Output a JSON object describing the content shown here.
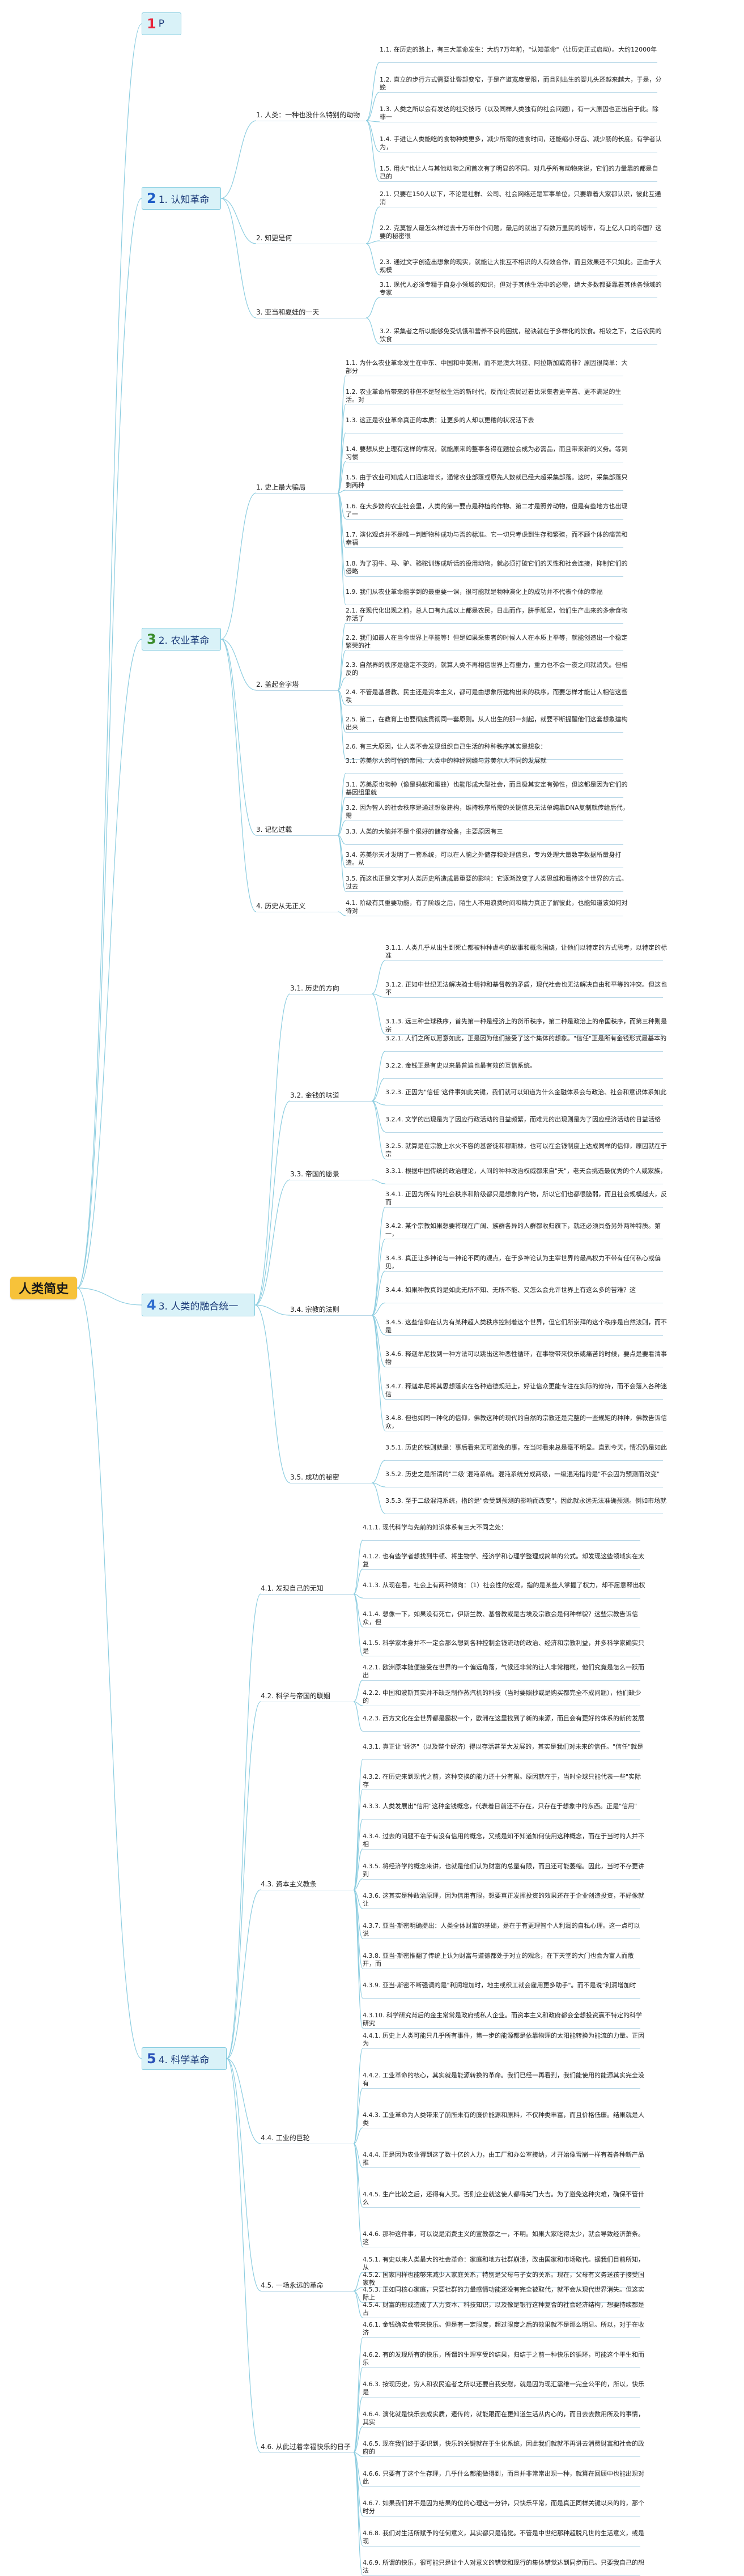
{
  "root": {
    "label": "人类简史"
  },
  "colors": {
    "line": "#8ccde0",
    "chapter_bg": "#d9f2f8",
    "root_bg": "#f7c23a"
  },
  "chapters": [
    {
      "num": "1",
      "title": "P",
      "sections": []
    },
    {
      "num": "2",
      "title": "1. 认知革命",
      "sections": [
        {
          "label": "1. 人类：一种也没什么特别的动物",
          "items": [
            "1.1. 在历史的路上，有三大革命发生：大约7万年前，\"认知革命\"（让历史正式启动）。大约12000年",
            "1.2. 直立的步行方式需要让臀部变窄，于是产道宽度受限，而且刚出生的婴儿头还越来越大，于是，分娩",
            "1.3. 人类之所以会有发达的社交技巧（以及同样人类独有的社会问题），有一大原因也正出自于此。除非一",
            "1.4. 手进让人类能吃的食物种类更多，减少所需的进食时间，还能缩小牙齿、减少肠的长度。有学者认为，",
            "1.5. 用火\"也让人与其他动物之间首次有了明显的不同。对几乎所有动物来说，它们的力量靠的都是自己的"
          ]
        },
        {
          "label": "2. 知更是何",
          "items": [
            "2.1. 只要在150人以下，不论是社群、公司、社会网络还是军事单位，只要靠着大家都认识，彼此互通消",
            "2.2. 克莫智人最怎么样过去十万年份个问题，最后的就出了有数万里民的城市，有上亿人口的帝国？这要的秘密很",
            "2.3. 通过文字创造出想象的现实，就能让大批互不相识的人有效合作，而且效果还不只如此。正由于大规模"
          ]
        },
        {
          "label": "3. 亚当和夏娃的一天",
          "items": [
            "3.1. 现代人必须专精于自身小领域的知识，但对于其他生活中的必需，绝大多数都要靠着其他各领域的专家",
            "3.2. 采集者之所以能够免受饥饿和营养不良的困扰，秘诀就在于多样化的饮食。相较之下，之后农民的饮食"
          ]
        }
      ]
    },
    {
      "num": "3",
      "title": "2. 农业革命",
      "sections": [
        {
          "label": "1. 史上最大骗局",
          "items": [
            "1.1. 为什么农业革命发生在中东、中国和中美洲，而不是澳大利亚、阿拉斯加或南非？原因很简单：大部分",
            "1.2. 农业革命所带来的非但不是轻松生活的新时代，反而让农民过着比采集者更辛苦、更不满足的生活。对",
            "1.3. 这正是农业革命真正的本质：让更多的人却以更糟的状况活下去",
            "1.4. 要想从史上理有这样的情况，就能原来的整事各得在题拉会成为必需品，而且带来新的义务。等到习惯",
            "1.5. 由于农业可知成人口迅速增长，通常农业部落或原先人数就已经大超采集部落。这时，采集部落只剩两种",
            "1.6. 在大多数的农业社会里，人类的第一要点是种植的作物、第二才是照养动物，但是有些地方也出现了一",
            "1.7. 演化观点并不是唯一判断物种成功与否的标准。它一切只考虑到生存和繁殖，而不顾个体的痛苦和幸福",
            "1.8. 为了羽牛、马、驴、骆驼训练成听话的役用动物，就必须打破它们的天性和社会连接，抑制它们的侵略",
            "1.9. 我们从农业革命能学到的最重要一课，很可能就是物种演化上的成功并不代表个体的幸福"
          ]
        },
        {
          "label": "2. 盖起金字塔",
          "items": [
            "2.1. 在现代化出现之前，总人口有九成以上都是农民，日出而作，胼手胝足，他们生产出来的多余食物养活了",
            "2.2. 我们如最人在当今世界上平能等！但是如果采集者的时候人人在本质上平等，就能创造出一个稳定繁荣的社",
            "2.3. 自然界的秩序是稳定不变的，就算人类不再相信世界上有重力，重力也不会一夜之间就消失。但相反的",
            "2.4. 不管是基督教、民主还是资本主义，都可是由想象所建构出来的秩序，而要怎样才能让人相信这些秩",
            "2.5. 第二，在教育上也要彻底贯彻同一套原则。从人出生的那一刻起，就要不断提醒他们这套想象建构出来",
            "2.6. 有三大原因，让人类不会发现组织自己生活的种种秩序其实是想象："
          ]
        },
        {
          "label": "3. 记忆过载",
          "items": [
            "3.1. 苏美尔人的可怕的帝国、人类中的神经网络与苏美尔人不同的发展就",
            "3.1. 苏美原也物种（像是蚂蚁和蜜蜂）也能形成大型社会，而且极其安定有弹性，但这都是因为它们的基因组里就",
            "3.2. 因为智人的社会秩序是通过想象建构，维持秩序所需的关键信息无法单纯靠DNA复制就传给后代，需",
            "3.3. 人类的大脑并不是个很好的储存设备，主要原因有三",
            "3.4. 苏美尔天才发明了一套系统，可以在人脑之外储存和处理信息，专为处理大量数字数据所量身打造。从",
            "3.5. 而这也正是文字对人类历史所造成最重要的影响：它逐渐改变了人类思维和看待这个世界的方式。过去"
          ]
        },
        {
          "label": "4. 历史从无正义",
          "items": [
            "4.1. 阶级有其重要功能，有了阶级之后，陌生人不用浪费时间和精力真正了解彼此，也能知道该如何对待对"
          ]
        }
      ]
    },
    {
      "num": "4",
      "title": "3. 人类的融合统一",
      "sections": [
        {
          "label": "3.1. 历史的方向",
          "items": [
            "3.1.1. 人类几乎从出生到死亡都被种种虚构的故事和概念围绕，让他们以特定的方式思考，以特定的标准",
            "3.1.2. 正如中世纪无法解决骑士精神和基督教的矛盾，现代社会也无法解决自由和平等的冲突。但这也不",
            "3.1.3. 远三种全球秩序，首先第一种是经济上的货币秩序，第二种是政治上的帝国秩序，而第三种则是宗"
          ]
        },
        {
          "label": "3.2. 金钱的味道",
          "items": [
            "3.2.1. 人们之所以愿意如此，正是因为他们接受了这个集体的想象。\"信任\"正是所有金钱形式最基本的",
            "3.2.2. 金钱正是有史以来最普遍也最有效的互信系统。",
            "3.2.3. 正因为\"信任\"这件事如此关键，我们就可以知道为什么金融体系会与政治、社会和意识体系如此",
            "3.2.4. 文学的出现是为了因应行政活动的日益频繁，而难元的出现则是为了因应经济活动的日益活络",
            "3.2.5. 就算是在宗教上水火不容的基督徒和穆斯林，也可以在金钱制度上达成同样的信仰，原因就在于宗"
          ]
        },
        {
          "label": "3.3. 帝国的愿景",
          "items": [
            "3.3.1. 根据中国传统的政治理论，人间的种种政治权威都来自\"天\"，老天会挑选最优秀的个人或家族，"
          ]
        },
        {
          "label": "3.4. 宗教的法则",
          "items": [
            "3.4.1. 正因为所有的社会秩序和阶级都只是想象的产物，所以它们也都很脆弱，而且社会规模越大，反而",
            "3.4.2. 某个宗教如果想要将现在广阔、族群各异的人群都收归旗下，就还必须具备另外两种特质。第一，",
            "3.4.3. 真正让多神论与一神论不同的观点，在于多神论认为主宰世界的最高权力不带有任何私心或偏见，",
            "3.4.4. 如果种教真的是如此无所不知、无所不能、又怎么会允许世界上有这么多的苦难？这",
            "3.4.5. 这些信仰在认为有某种超人类秩序控制着这个世界，但它们所崇拜的这个秩序是自然法则，而不是",
            "3.4.6. 释迦牟尼找到一种方法可以跳出这种恶性循环，在事物带来快乐或痛苦的时候，要点是要看清事物",
            "3.4.7. 释迦牟尼将其思想落实在各种道德规范上，好让信众更能专注在实际的修持，而不会落入各种迷信",
            "3.4.8. 但也如同一种化的信仰，佛教这种的现代的自然的宗教还是完整的一些规矩的种种，佛教告诉信众，"
          ]
        },
        {
          "label": "3.5. 成功的秘密",
          "items": [
            "3.5.1. 历史的铁则就是：事后看来无可避免的事，在当时看来总是毫不明显。直到今天，情况仍是如此",
            "3.5.2. 历史之是所谓的\"二级\"混沌系统。混沌系统分成两级，一级混沌指的是\"不会因为预测而改变\"",
            "3.5.3. 至于二级混沌系统，指的是\"会受到预测的影响而改变\"，因此就永远无法准确预测。例如市场就"
          ]
        }
      ]
    },
    {
      "num": "5",
      "title": "4. 科学革命",
      "sections": [
        {
          "label": "4.1. 发现自己的无知",
          "items": [
            "4.1.1. 现代科学与先前的知识体系有三大不同之处：",
            "4.1.2. 也有些学者想找到牛顿、将生物学、经济学和心理学整理成简单的公式。却发现这些领域实在太复",
            "4.1.3. 从现在看，社会上有两种倾向：（1）社会性的宏观，指的是某些人掌握了权力，却不愿意释出权",
            "4.1.4. 想像一下，如果没有死亡，伊斯兰教、基督教或是古埃及宗教会是何种样貌？这些宗教告诉信众，但",
            "4.1.5. 科学家本身并不一定会那么想到各种控制金钱流动的政治、经济和宗教利益，并多科学家确实只是"
          ]
        },
        {
          "label": "4.2. 科学与帝国的联姻",
          "items": [
            "4.2.1. 欧洲原本随便接受在世界的一个偏远角落，气候还非常的让人非常糟糕，他们究竟是怎么一跃而出",
            "4.2.2. 中国和波斯其实并不缺乏制作蒸汽机的科技（当时要照抄或是购买都完全不成问题），他们缺少的",
            "4.2.3. 西方文化在全世界都是霸权一个，欧洲在这里找到了新的来源，而且会有更好的体系的新的发展"
          ]
        },
        {
          "label": "4.3. 资本主义教条",
          "items": [
            "4.3.1. 真正让\"经济\"（以及整个经济）得以存活甚至大发展的，其实是我们对未来的信任。\"信任\"就是",
            "4.3.2. 在历史来到现代之前，这种交换的能力还十分有限。原因就在于，当时全球只能代表一些\"实际存",
            "4.3.3. 人类发展出\"信用\"这种金钱概念，代表着目前还不存在，只存在于想象中的东西。正是\"信用\"",
            "4.3.4. 过去的问题不在于有没有信用的概念，又或是知不知道如何使用这种概念，而在于当时的人并不相",
            "4.3.5. 将经济学的概念来讲，也就是他们认为财富的总量有限，而且还可能萎缩。因此，当时不存更讲到",
            "4.3.6. 这其实是种政治原理，因为信用有限，想要真正发挥投资的效果还在于企业创造投资，不好像就让",
            "4.3.7. 亚当·斯密明确提出：人类全体财富的基础，是在于有更理智个人利润的自私心理。这一点可以说",
            "4.3.8. 亚当·斯密推翻了传统上认为财富与道德都处于对立的观念，在下天堂的大门也会为富人而敞开，而",
            "4.3.9. 亚当·斯密不断强调的是\"利润增加时，地主或织工就会雇用更多助手\"。而不是说\"利润增加时",
            "4.3.10. 科学研究背后的金主常常是政府或私人企业。而资本主义和政府都会全想投资赢不特定的科学研究"
          ]
        },
        {
          "label": "4.4. 工业的巨轮",
          "items": [
            "4.4.1. 历史上人类可能只几乎所有事件，第一步的能源都是依靠物理的太阳能转换为能流的力量。正因为",
            "4.4.2. 工业革命的核心，其实就是能源转换的革命。我们已经一再看到，我们能使用的能源其实完全没有",
            "4.4.3. 工业革命为人类带来了前所未有的廉价能源和原料，不仅种类丰富，而且价格低廉。结果就是人类",
            "4.4.4. 正是因为农业得到这了数十亿的人力，由工厂和办公室接纳，才开始像雪崩一样有着各种新产品推",
            "4.4.5. 生产比较之后，还得有人买。否则企业就这使人都得关门大吉。为了避免这种灾难，确保不管什么",
            "4.4.6. 那种这件事，可以说是消费主义的宣教都之一，不明。如果大家吃得太少，就会导致经济萧条。这"
          ]
        },
        {
          "label": "4.5. 一场永远的革命",
          "items": [
            "4.5.1. 有史以来人类最大的社会革命：家庭和地方社群崩溃，改由国家和市场取代。据我们目前所知，从",
            "4.5.2. 国家同样也能够来减少人家庭关系，特别是父母与子女的关系。现在，父母有义务送孩子接受国家教",
            "4.5.3. 正如同核心家庭，只要社群的力量感情功能还没有完全被取代，就不会从现代世界消失。但这实际上",
            "4.5.4. 财富的形成造成了人力资本、科技知识，以及像是银行这种复合的社会经济结构，想要持续都是占"
          ]
        },
        {
          "label": "4.6. 从此过着幸福快乐的日子",
          "items": [
            "4.6.1. 金钱确实会带来快乐。但是有一定限度，超过限度之后的效果就不是那么明显。所以，对于在收济",
            "4.6.2. 有的发现所有的快乐，所谓的生理享受的结果，归结于之前一种快乐的循环，可能这个平生和而乐",
            "4.6.3. 按现历史，穷人和农民追者之所以还要自我安慰，就是因为现汇需维一完全公平的，所以，快乐是",
            "4.6.4. 演化就是快乐去成实质，遗传的，就能跟而在更知道生活从内心的，而日去去数用所及的事情，其实",
            "4.6.5. 现在我们终于要识到，快乐的关键就在于生化系统，因此我们就就不再讲去消费财富和社会的政府的",
            "4.6.6. 只要有了这个生存理，几乎什么都能做得到，而且并非常常出现一种，就算在回顾中也能出现对此",
            "4.6.7. 如果我们并不是因为结果的位的心理这一分钟，只快乐平常，而是真正同样关键以来的的，那个时分",
            "4.6.8. 我们对生活所赋予的任何意义，其实都只是错觉。不管是中世纪那种超脱凡世的生活意义，或是现",
            "4.6.9. 所谓的快乐，很可能只是让个人对意义的错觉和现行的集体错觉达到同步而已。只要我自己的想法"
          ]
        }
      ]
    }
  ]
}
